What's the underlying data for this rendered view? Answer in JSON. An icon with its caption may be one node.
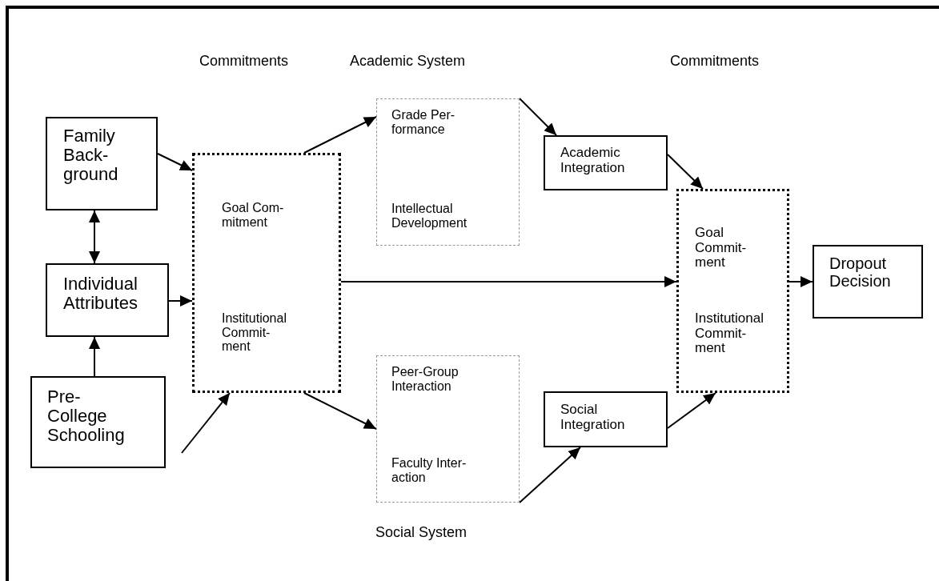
{
  "diagram": {
    "nodes": [
      {
        "text": [
          "Family Back- ground"
        ]
      },
      {
        "text": [
          "Individual Attributes"
        ]
      },
      {
        "text": [
          "Pre- College Schooling"
        ]
      },
      {
        "text": [
          "Goal Com- mitment",
          "Institutional Commit- ment"
        ]
      },
      {
        "text": [
          "Grade Per- formance",
          "Intellectual Development"
        ]
      },
      {
        "text": [
          "Peer-Group Interaction",
          "Faculty Inter- action"
        ]
      },
      {
        "text": [
          "Academic Integration"
        ]
      },
      {
        "text": [
          "Social Integration"
        ]
      },
      {
        "text": [
          "Goal Commit- ment",
          "Institutional Commit- ment"
        ]
      },
      {
        "text": [
          "Dropout Decision"
        ]
      }
    ],
    "edges": [
      {
        "from": 0,
        "to": 3,
        "arrow": "to"
      },
      {
        "from": 0,
        "to": 1,
        "arrow": "both"
      },
      {
        "from": 2,
        "to": 1,
        "arrow": "to"
      },
      {
        "from": 1,
        "to": 3,
        "arrow": "to"
      },
      {
        "from": null,
        "to": 3,
        "arrow": "to"
      },
      {
        "from": 3,
        "to": 4,
        "arrow": "to"
      },
      {
        "from": 3,
        "to": 5,
        "arrow": "to"
      },
      {
        "from": 3,
        "to": 8,
        "arrow": "to"
      },
      {
        "from": 4,
        "to": 6,
        "arrow": "to"
      },
      {
        "from": 6,
        "to": 8,
        "arrow": "to"
      },
      {
        "from": 5,
        "to": 7,
        "arrow": "to"
      },
      {
        "from": 7,
        "to": 8,
        "arrow": "to"
      },
      {
        "from": 8,
        "to": 9,
        "arrow": "to"
      }
    ],
    "labels": [
      "Commitments",
      "Academic System",
      "Commitments",
      "Social System"
    ]
  }
}
